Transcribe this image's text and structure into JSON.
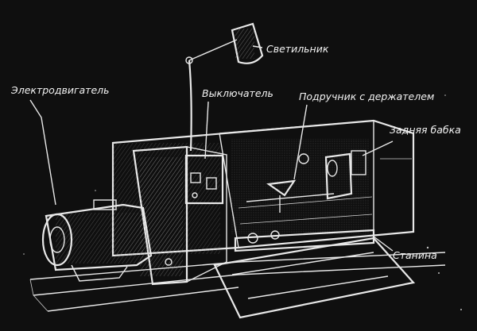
{
  "labels": {
    "lamp": "Светильник",
    "motor": "Электродвигатель",
    "switch": "Выключатель",
    "tool_rest": "Подручник с держателем",
    "tailstock": "Задняя бабка",
    "bed": "Станина"
  }
}
